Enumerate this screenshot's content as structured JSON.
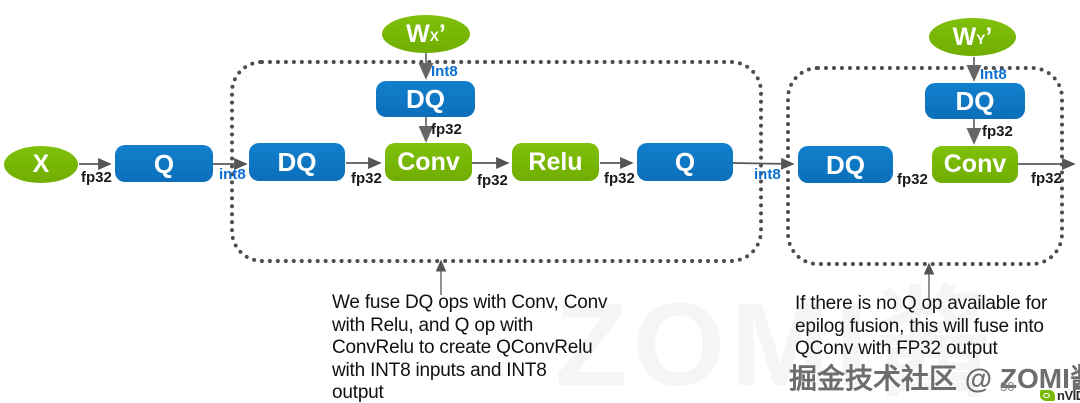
{
  "diagram": {
    "nodes": {
      "x": "X",
      "q1": "Q",
      "dq1": "DQ",
      "conv1": "Conv",
      "relu1": "Relu",
      "q2": "Q",
      "dq_wx": "DQ",
      "wx": {
        "main": "W",
        "sub": "X",
        "apos": "’"
      },
      "dq2": "DQ",
      "conv2": "Conv",
      "dq_wy": "DQ",
      "wy": {
        "main": "W",
        "sub": "Y",
        "apos": "’"
      }
    },
    "edge_labels": {
      "fp32_x": "fp32",
      "int8_a": "int8",
      "fp32_a": "fp32",
      "fp32_b": "fp32",
      "fp32_c": "fp32",
      "int8_b": "int8",
      "fp32_d": "fp32",
      "fp32_out": "fp32",
      "int8_wx": "Int8",
      "fp32_wx": "fp32",
      "int8_wy": "Int8",
      "fp32_wy": "fp32"
    }
  },
  "notes": {
    "left": "We fuse DQ ops with Conv, Conv\nwith Relu, and Q op with\nConvRelu to create QConvRelu\nwith INT8 inputs and INT8\noutput",
    "right": "If there is no Q op available for\nepilog fusion, this will fuse into\nQConv with FP32 output"
  },
  "footer": {
    "watermark": "掘金技术社区 @ ZOMI酱",
    "ghost_watermark": "ZOMI酱",
    "page_number": "30",
    "brand": "nVIDIA"
  },
  "colors": {
    "nvidia_green": "#76b900",
    "node_blue": "#0d76c4",
    "int8_label_blue": "#0a6fd2",
    "arrow_gray": "#595959",
    "dashed_border": "#4d4d4d"
  }
}
